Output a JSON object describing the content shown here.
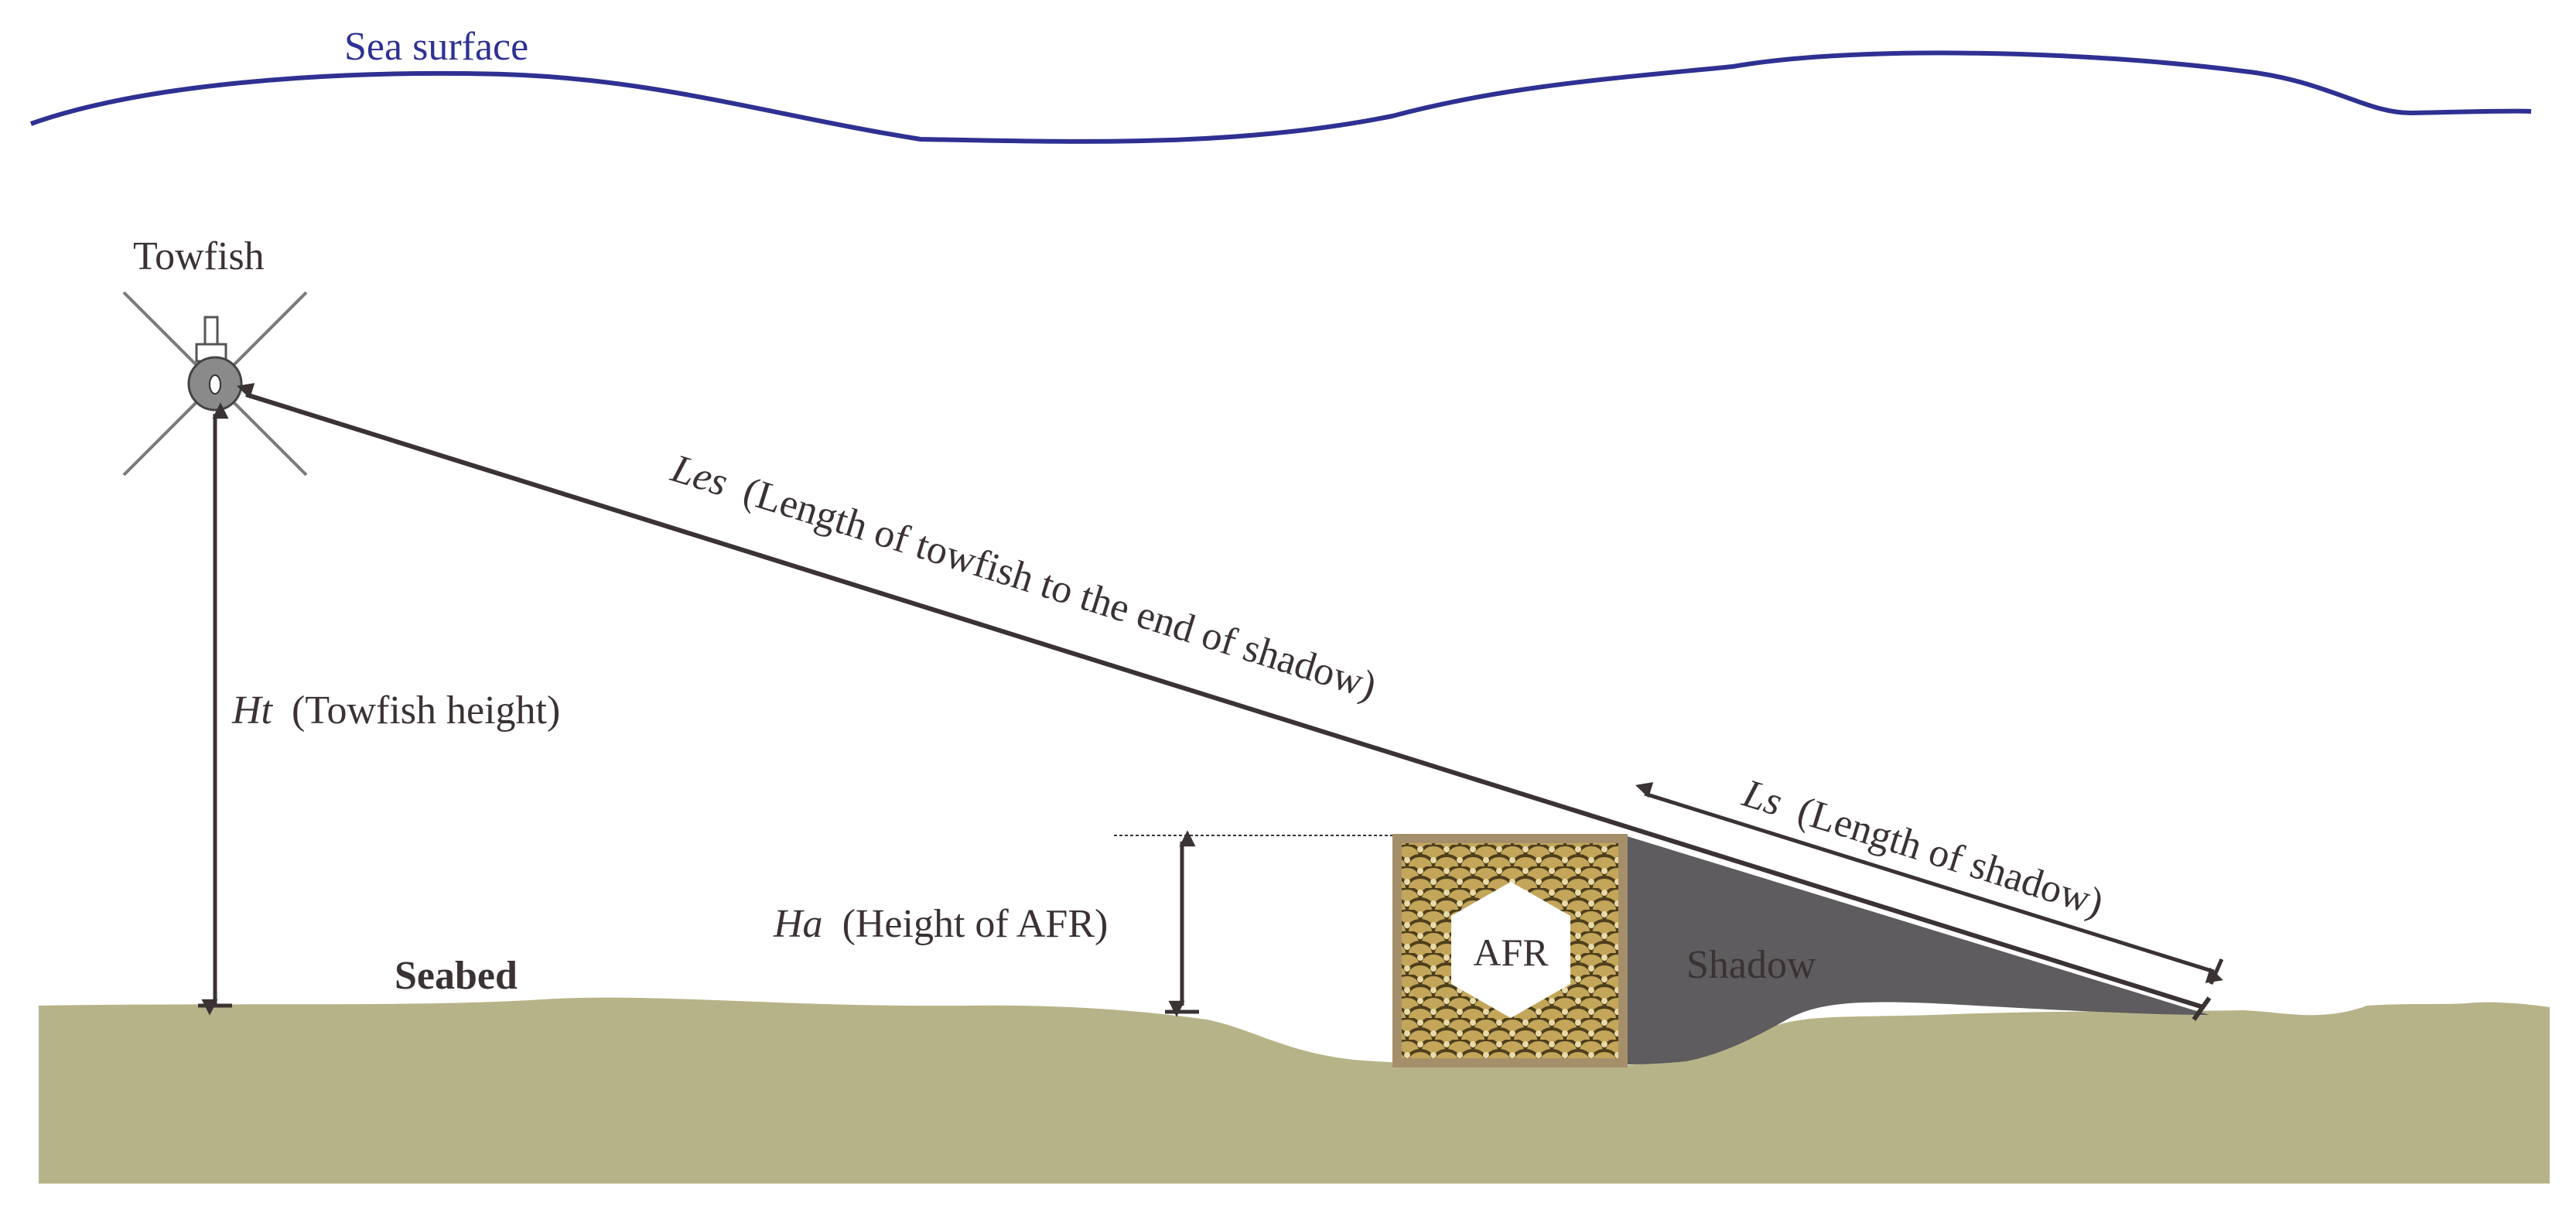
{
  "labels": {
    "sea_surface": "Sea surface",
    "towfish": "Towfish",
    "seabed": "Seabed",
    "shadow": "Shadow",
    "afr": "AFR",
    "ht_symbol": "Ht",
    "ht_desc": "(Towfish height)",
    "ha_symbol": "Ha",
    "ha_desc": "(Height of AFR)",
    "les_symbol": "Les",
    "les_desc": "(Length of towfish to the end of shadow)",
    "ls_symbol": "Ls",
    "ls_desc": "(Length of shadow)"
  },
  "colors": {
    "sea_surface_line": "#2e3192",
    "seabed": "#b7b388",
    "shadow": "#5e5c5e",
    "arrow": "#3a3233",
    "afr_frame": "#a58f6b",
    "afr_texture": "#6b5a2c",
    "towfish_body": "#8a8a8a"
  }
}
